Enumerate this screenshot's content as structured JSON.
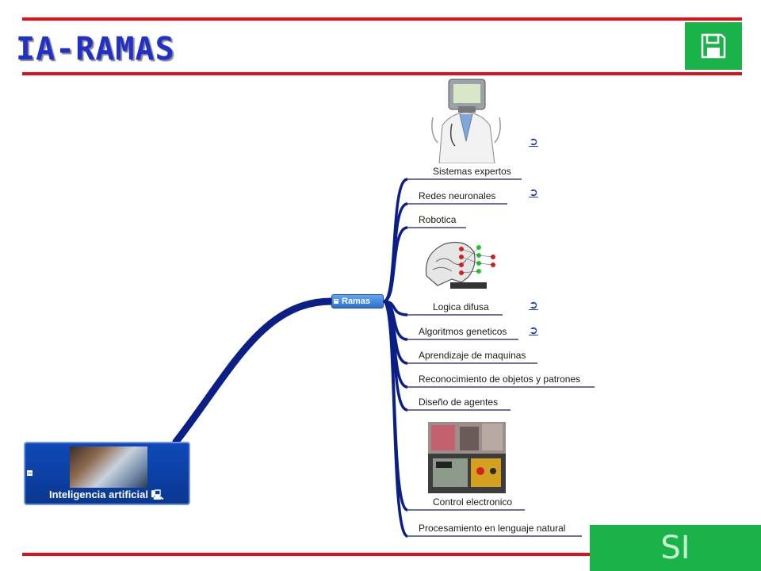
{
  "title": "IA-RAMAS",
  "save_icon": "floppy-disk-icon",
  "root": {
    "label": "Inteligencia artificial"
  },
  "center": {
    "label": "Ramas"
  },
  "branches": [
    {
      "label": "Sistemas expertos",
      "has_link": true
    },
    {
      "label": "Redes neuronales",
      "has_link": true
    },
    {
      "label": "Robotica",
      "has_link": false
    },
    {
      "label": "Logica difusa",
      "has_link": true
    },
    {
      "label": "Algoritmos geneticos",
      "has_link": true
    },
    {
      "label": "Aprendizaje de maquinas",
      "has_link": false
    },
    {
      "label": "Reconocimiento de objetos y patrones",
      "has_link": false
    },
    {
      "label": "Diseño de agentes",
      "has_link": false
    },
    {
      "label": "Control electronico",
      "has_link": false
    },
    {
      "label": "Procesamiento en lenguaje natural",
      "has_link": false
    }
  ],
  "link_icon_glyph": "➲",
  "next_button": {
    "label": "SI"
  },
  "colors": {
    "rule": "#e0101a",
    "title": "#2230c8",
    "button": "#1ab34a",
    "connector": "#0b1f86"
  }
}
